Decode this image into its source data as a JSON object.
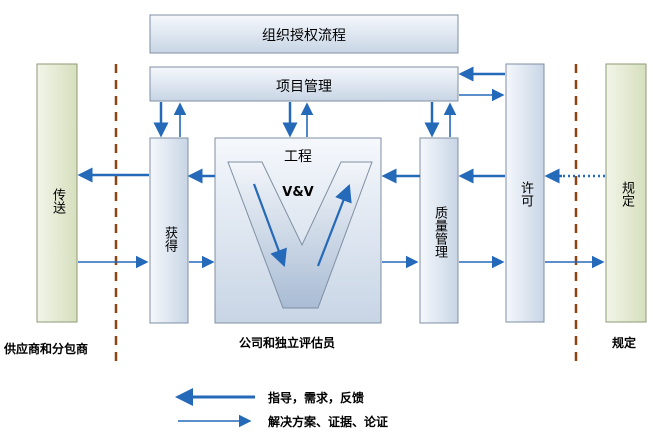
{
  "boxes": {
    "top_title": "组织授权流程",
    "project_mgmt": "项目管理",
    "engineering": "工程",
    "vv": "V&V",
    "transfer": "传送",
    "acquire": "获得",
    "quality_mgmt": "质量管理",
    "license": "许可",
    "regulation": "规定"
  },
  "region_labels": {
    "suppliers": "供应商和分包商",
    "company": "公司和独立评估员",
    "regulation": "规定"
  },
  "legend": {
    "thick_arrow": "指导，需求，反馈",
    "thin_arrow": "解决方案、证据、论证"
  },
  "colors": {
    "box_fill_top": "#f4f7fb",
    "box_fill_bottom": "#c9d6e6",
    "box_border": "#7f8fa3",
    "side_box_fill": "#e6ecd4",
    "side_box_border": "#8f9a76",
    "arrow": "#2569b9",
    "divider": "#8b4513"
  }
}
